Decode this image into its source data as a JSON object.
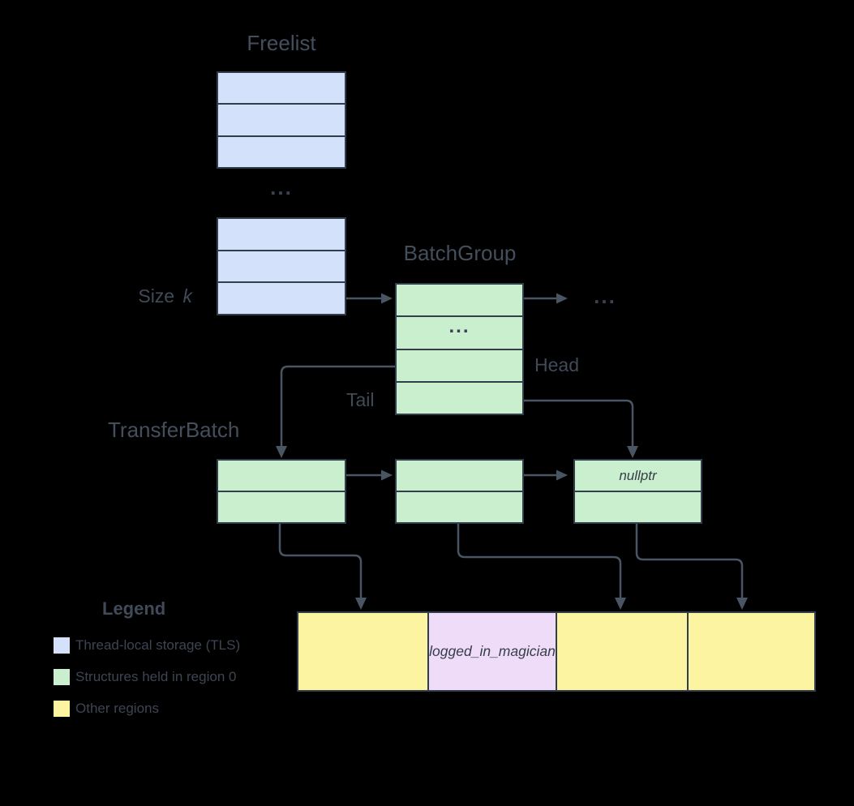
{
  "diagram": {
    "freelist": {
      "title": "Freelist",
      "ellipsis": "...",
      "size_label_prefix": "Size",
      "size_label_var": "k"
    },
    "batchgroup": {
      "title": "BatchGroup",
      "row_ellipsis": "...",
      "next_ellipsis": "...",
      "head_label": "Head",
      "tail_label": "Tail"
    },
    "transferbatch": {
      "title": "TransferBatch",
      "nullptr_label": "nullptr"
    },
    "regions": {
      "cell_label": "logged_in_magician"
    },
    "legend": {
      "title": "Legend",
      "items": [
        {
          "label": "Thread-local storage (TLS)",
          "color": "#d3e2fa"
        },
        {
          "label": "Structures held in region 0",
          "color": "#c9efce"
        },
        {
          "label": "Other regions",
          "color": "#fdf4a2"
        }
      ]
    },
    "colors": {
      "background": "#000000",
      "tls_fill": "#d3e2fa",
      "region0_fill": "#c9efce",
      "other_region_fill": "#fdf4a2",
      "foreign_cell_fill": "#eedcf9",
      "box_border": "#333e4d",
      "connector": "#4a5564",
      "pointer_dot": "#10151c",
      "text": "#414a58"
    }
  }
}
